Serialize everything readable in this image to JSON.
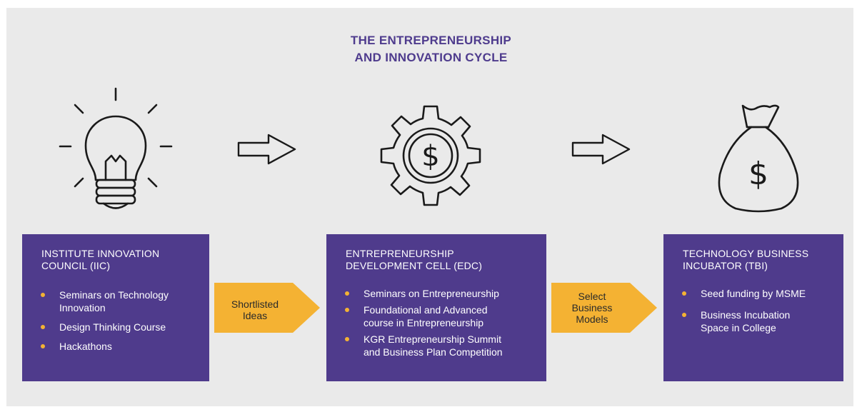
{
  "title": {
    "line1": "THE ENTREPRENEURSHIP",
    "line2": "AND INNOVATION CYCLE"
  },
  "icons": [
    "lightbulb-icon",
    "arrow-right-icon",
    "gear-dollar-icon",
    "arrow-right-icon",
    "money-bag-icon"
  ],
  "colors": {
    "purple": "#4f3b8c",
    "title_purple": "#4e3b8d",
    "orange": "#f4b233",
    "background": "#eaeaea"
  },
  "stages": [
    {
      "title_lines": [
        "INSTITUTE INNOVATION",
        "COUNCIL (IIC)"
      ],
      "items": [
        [
          "Seminars on Technology",
          "Innovation"
        ],
        [
          "Design Thinking Course"
        ],
        [
          "Hackathons"
        ]
      ]
    },
    {
      "title_lines": [
        "ENTREPRENEURSHIP",
        "DEVELOPMENT CELL (EDC)"
      ],
      "items": [
        [
          "Seminars on Entrepreneurship"
        ],
        [
          "Foundational and Advanced",
          "course in Entrepreneurship"
        ],
        [
          "KGR Entrepreneurship Summit",
          "and Business Plan Competition"
        ]
      ]
    },
    {
      "title_lines": [
        "TECHNOLOGY BUSINESS",
        "INCUBATOR (TBI)"
      ],
      "items": [
        [
          "Seed funding by MSME"
        ],
        [
          "Business Incubation",
          "Space in College"
        ]
      ]
    }
  ],
  "connectors": [
    {
      "lines": [
        "Shortlisted",
        "Ideas"
      ]
    },
    {
      "lines": [
        "Select",
        "Business",
        "Models"
      ]
    }
  ]
}
